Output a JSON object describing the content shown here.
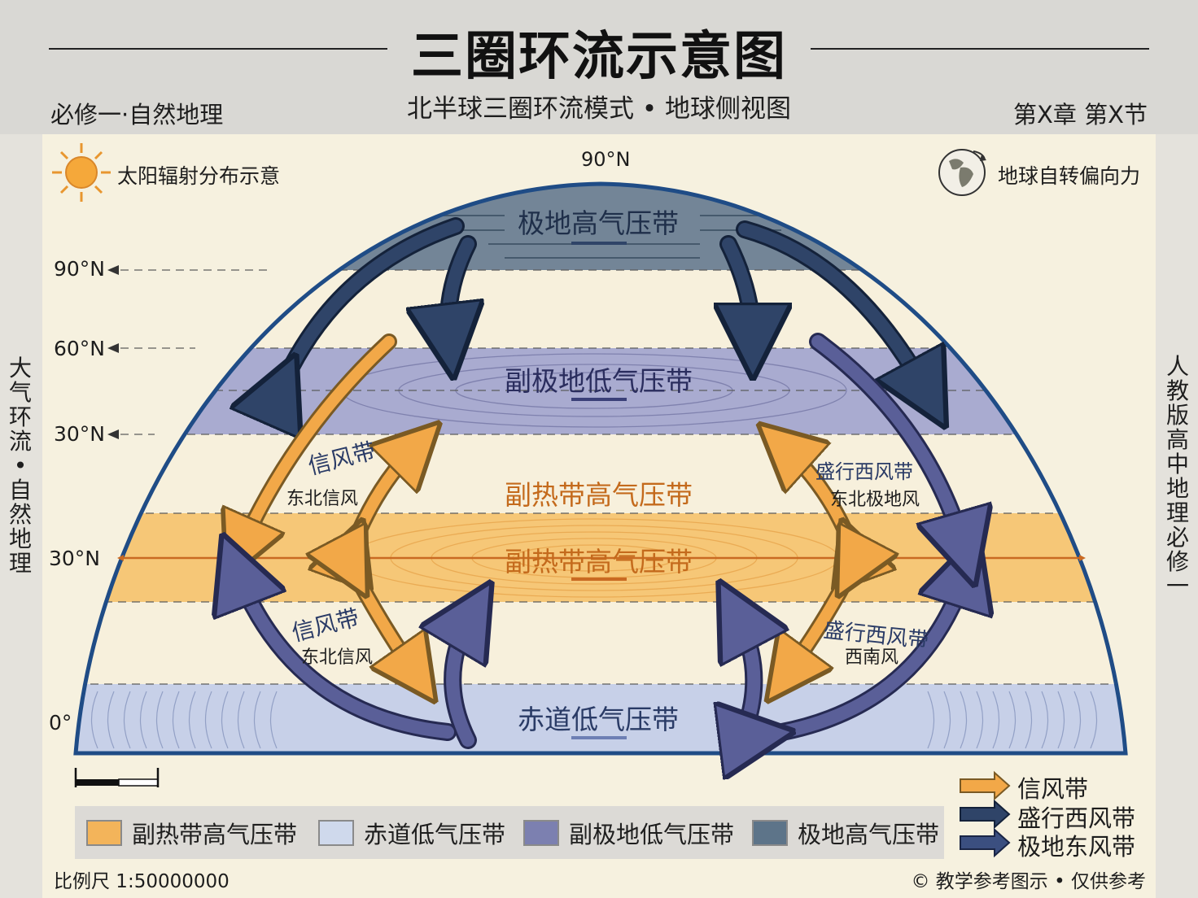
{
  "header": {
    "title": "三圈环流示意图",
    "subtitle": "北半球三圈环流模式 • 地球侧视图",
    "left": "必修一·自然地理",
    "right": "第X章  第X节"
  },
  "side": {
    "left_vertical": "大气环流•自然地理",
    "right_vertical": "人教版高中地理必修一"
  },
  "top_labels": {
    "sun_caption": "太阳辐射分布示意",
    "rotation_caption": "地球自转偏向力",
    "pole_label": "90°N"
  },
  "latitudes": {
    "l90": "90°N",
    "l60": "60°N",
    "l30a": "30°N",
    "l30b": "30°N",
    "l0": "0°"
  },
  "belts": {
    "polar_high": "极地高气压带",
    "subpolar_low": "副极地低气压带",
    "subtropical_high_upper": "副热带高气压带",
    "subtropical_high": "副热带高气压带",
    "equatorial_low": "赤道低气压带"
  },
  "wind_labels": {
    "ul_title": "信风带",
    "ul_sub": "东北信风",
    "ur_title": "盛行西风带",
    "ur_sub": "东北极地风",
    "ll_title": "信风带",
    "ll_sub": "东北信风",
    "lr_title": "盛行西风带",
    "lr_sub": "西南风"
  },
  "legend": {
    "items": [
      {
        "label": "副热带高气压带",
        "color": "#f3b45a"
      },
      {
        "label": "赤道低气压带",
        "color": "#cfd9ec"
      },
      {
        "label": "副极地低气压带",
        "color": "#7c80b0"
      },
      {
        "label": "极地高气压带",
        "color": "#5d7489"
      }
    ],
    "arrows": [
      {
        "label": "信风带",
        "color": "#f2a848"
      },
      {
        "label": "盛行西风带",
        "color": "#2f4468"
      },
      {
        "label": "极地东风带",
        "color": "#3b4f80"
      }
    ]
  },
  "footer": {
    "scale": "比例尺 1:50000000",
    "copyright": "© 教学参考图示 • 仅供参考"
  },
  "colors": {
    "dome_outline": "#1f4c86",
    "polar_band": "#64798f",
    "subpolar_band": "#a9abd0",
    "subtropical_band": "#f6c777",
    "equatorial_band": "#c7d0e8",
    "orange_arrow": "#f2a848",
    "navy_arrow": "#2f4468",
    "purple_arrow": "#5a5f98"
  }
}
